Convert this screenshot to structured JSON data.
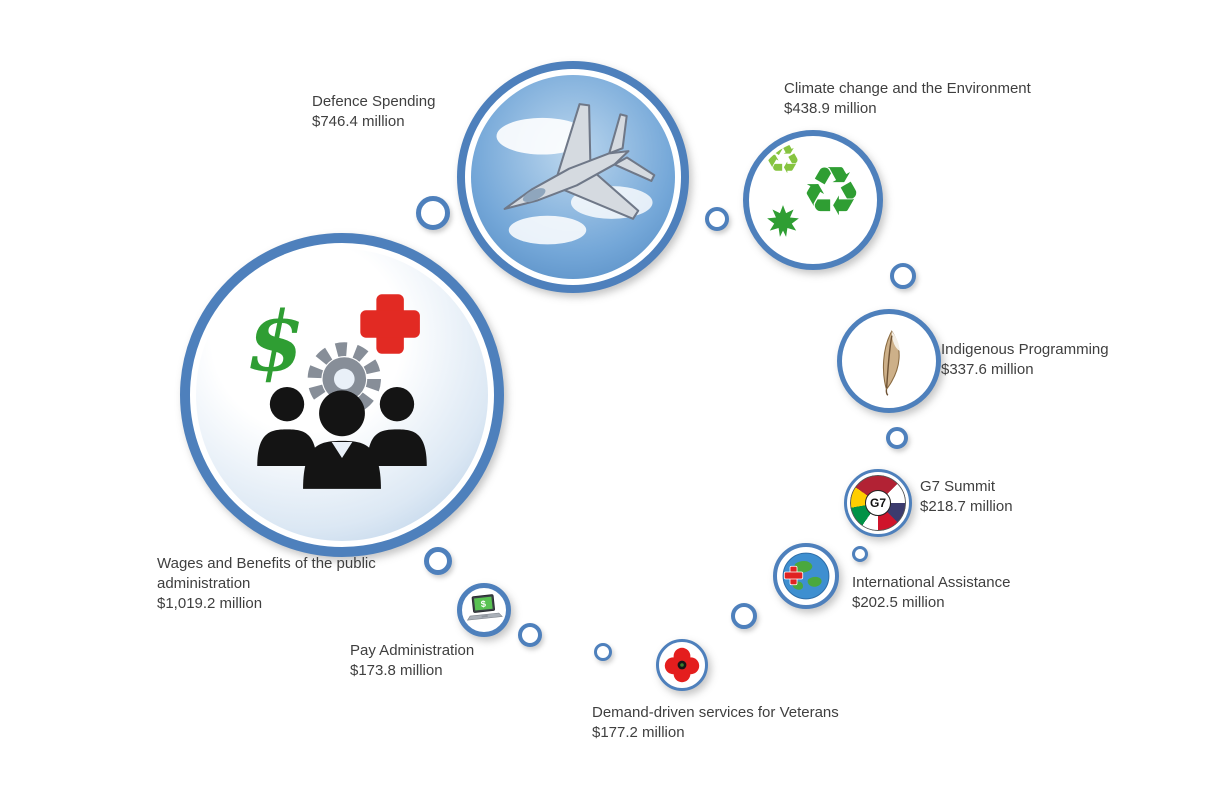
{
  "colors": {
    "ring_blue": "#4e80bc",
    "text": "#3f3f3f",
    "green": "#2f9e33",
    "red": "#e02424"
  },
  "glyphs": {
    "recycle": "♻",
    "dollar": "$"
  },
  "bubbles": {
    "wages": {
      "label": "Wages and Benefits of the public administration",
      "value": "$1,019.2 million",
      "icon": "people-dollar-gear-cross-icon"
    },
    "defence": {
      "label": "Defence Spending",
      "value": "$746.4 million",
      "icon": "fighter-jet-icon"
    },
    "climate": {
      "label": "Climate change and the Environment",
      "value": "$438.9 million",
      "icon": "recycle-leaf-icon"
    },
    "indigenous": {
      "label": "Indigenous Programming",
      "value": "$337.6 million",
      "icon": "feather-icon"
    },
    "g7": {
      "label": "G7 Summit",
      "value": "$218.7 million",
      "icon": "g7-flags-icon",
      "badge_text": "G7"
    },
    "intl": {
      "label": "International Assistance",
      "value": "$202.5 million",
      "icon": "globe-red-cross-icon"
    },
    "veterans": {
      "label": "Demand-driven services for Veterans",
      "value": "$177.2 million",
      "icon": "poppy-icon"
    },
    "pay": {
      "label": "Pay Administration",
      "value": "$173.8 million",
      "icon": "laptop-dollar-icon"
    }
  },
  "chart_data": {
    "type": "bubble",
    "unit": "$ million",
    "categories": [
      "Wages and Benefits of the public administration",
      "Defence Spending",
      "Climate change and the Environment",
      "Indigenous Programming",
      "G7 Summit",
      "International Assistance",
      "Demand-driven services for Veterans",
      "Pay Administration"
    ],
    "values": [
      1019.2,
      746.4,
      438.9,
      337.6,
      218.7,
      202.5,
      177.2,
      173.8
    ],
    "layout": "spiral of circles, bubble area proportional to spending, connected by small empty circles",
    "legend": "none",
    "grid": false
  }
}
